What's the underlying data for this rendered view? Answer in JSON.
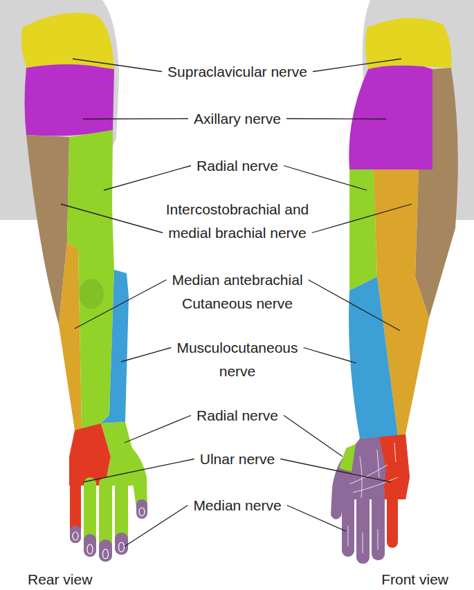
{
  "diagram": {
    "labels": [
      "Supraclavicular nerve",
      "Axillary nerve",
      "Radial nerve",
      "Intercostobrachial and medial brachial nerve",
      "Median antebrachial Cutaneous nerve",
      "Musculocutaneous nerve",
      "Radial nerve",
      "Ulnar nerve",
      "Median nerve",
      "Rear view",
      "Front view"
    ]
  }
}
